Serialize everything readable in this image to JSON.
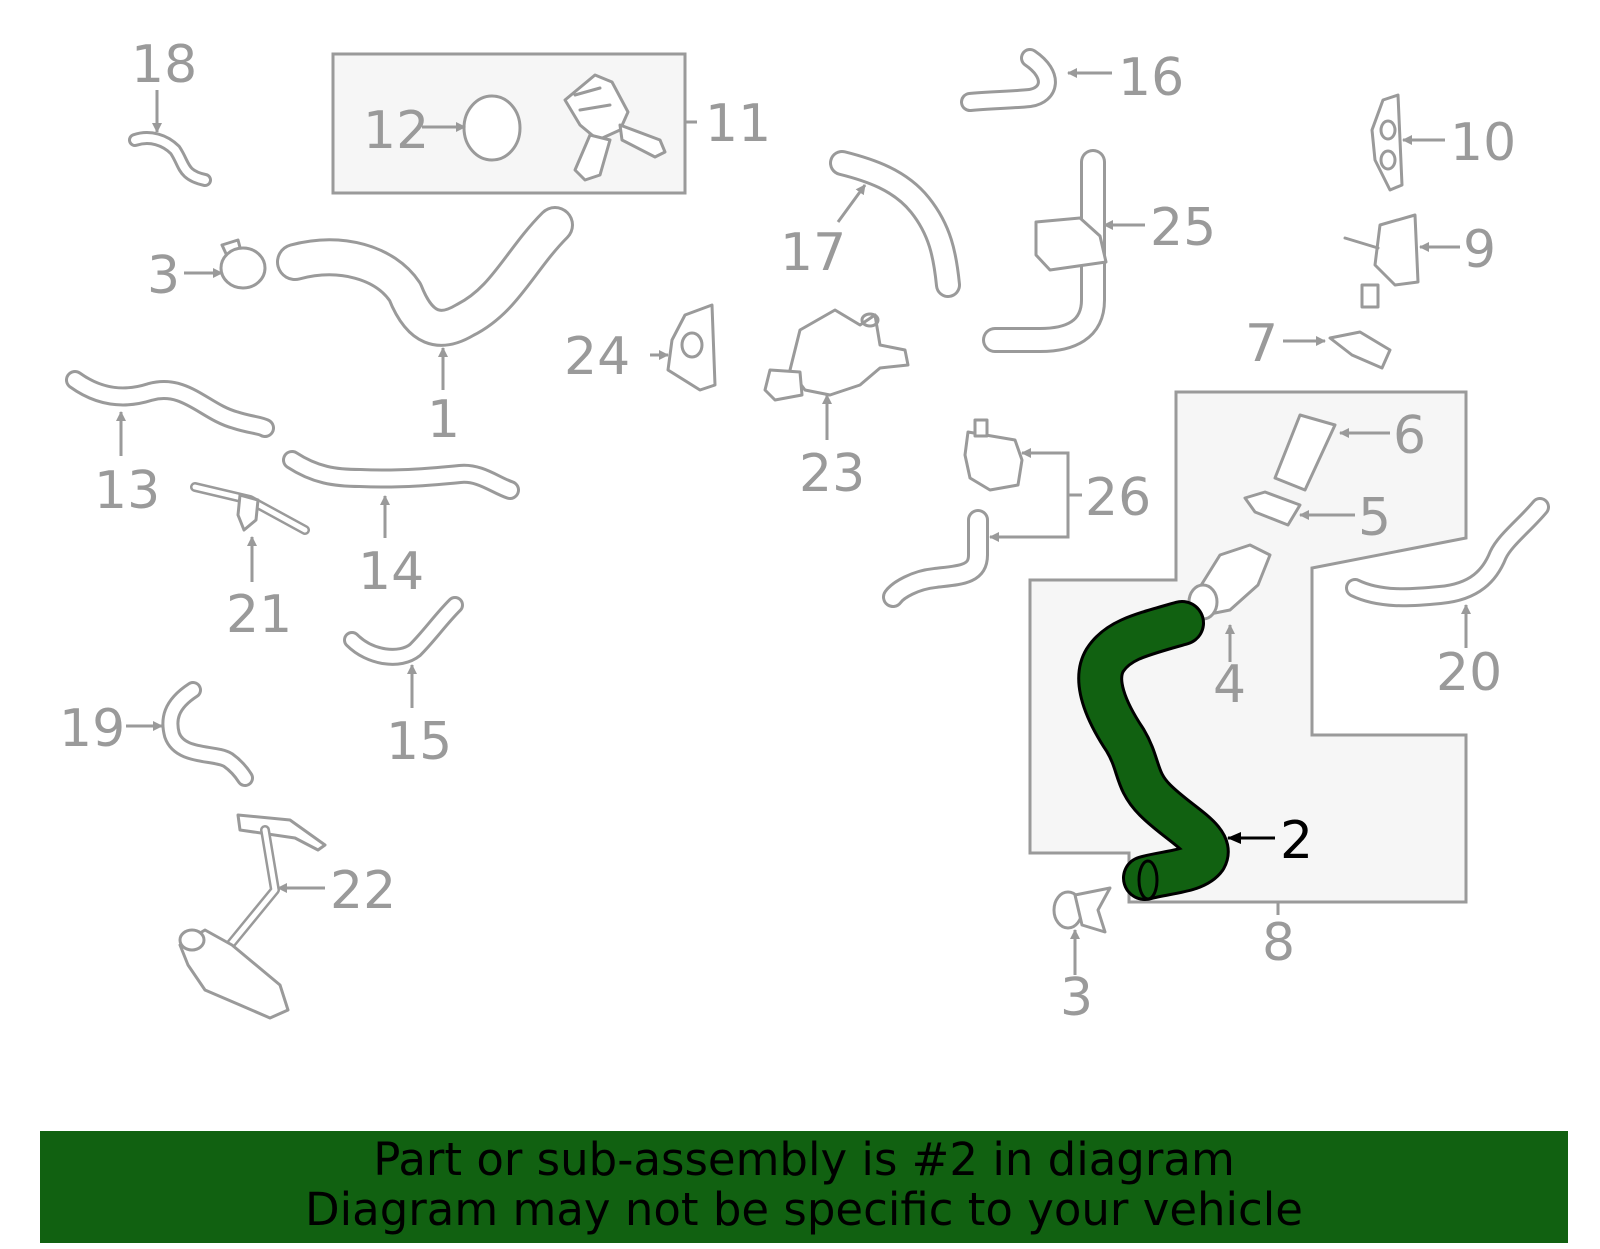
{
  "callouts": {
    "c1": "1",
    "c2": "2",
    "c3a": "3",
    "c3b": "3",
    "c4": "4",
    "c5": "5",
    "c6": "6",
    "c7": "7",
    "c8": "8",
    "c9": "9",
    "c10": "10",
    "c11": "11",
    "c12": "12",
    "c13": "13",
    "c14": "14",
    "c15": "15",
    "c16": "16",
    "c17": "17",
    "c18": "18",
    "c19": "19",
    "c20": "20",
    "c21": "21",
    "c22": "22",
    "c23": "23",
    "c24": "24",
    "c25": "25",
    "c26": "26"
  },
  "highlight": {
    "part_number": "2",
    "color": "#116111"
  },
  "colors": {
    "part_stroke": "#9a9a9a",
    "panel_fill": "#f6f6f6",
    "banner_bg": "#116111"
  },
  "banner": {
    "line1": "Part or sub-assembly is #2 in diagram",
    "line2": "Diagram may not be specific to your vehicle"
  }
}
